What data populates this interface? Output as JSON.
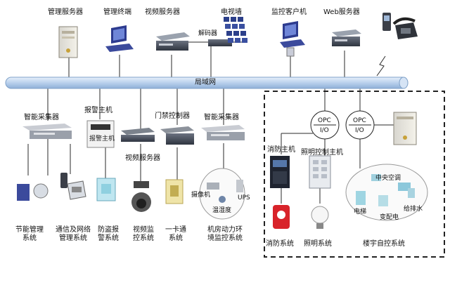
{
  "top_devices": [
    {
      "id": "mgmt_server",
      "label": "管理服务器"
    },
    {
      "id": "mgmt_terminal",
      "label": "管理终端"
    },
    {
      "id": "video_server_top",
      "label": "视频服务器"
    },
    {
      "id": "tv_wall",
      "label": "电视墙"
    },
    {
      "id": "monitor_client",
      "label": "监控客户机"
    },
    {
      "id": "web_server",
      "label": "Web服务器"
    }
  ],
  "decoder_label": "解码器",
  "lan_label": "局域网",
  "mid_devices": [
    {
      "id": "collector1",
      "label": "智能采集器"
    },
    {
      "id": "alarm_host",
      "label": "报警主机"
    },
    {
      "id": "door_ctrl",
      "label": "门禁控制器"
    },
    {
      "id": "collector2",
      "label": "智能采集器"
    },
    {
      "id": "video_server_mid",
      "label": "视频服务器"
    },
    {
      "id": "fire_host",
      "label": "消防主机"
    },
    {
      "id": "light_host",
      "label": "照明控制主机"
    }
  ],
  "alarm_box_text": "报警主机",
  "opc": [
    {
      "top": "OPC",
      "bottom": "I/O"
    },
    {
      "top": "OPC",
      "bottom": "I/O"
    }
  ],
  "env_cluster": {
    "camera": "摄像机",
    "ups": "UPS",
    "temp": "温湿度"
  },
  "bas_cluster": {
    "hvac": "中央空调",
    "elevator": "电梯",
    "power": "变配电",
    "water": "给排水"
  },
  "bottom_systems": [
    {
      "id": "energy",
      "l1": "节能管理",
      "l2": "系统"
    },
    {
      "id": "comm",
      "l1": "通信及网络",
      "l2": "管理系统"
    },
    {
      "id": "antitheft",
      "l1": "防盗报",
      "l2": "警系统"
    },
    {
      "id": "video",
      "l1": "视频监",
      "l2": "控系统"
    },
    {
      "id": "card",
      "l1": "一卡通",
      "l2": "系统"
    },
    {
      "id": "env",
      "l1": "机房动力环",
      "l2": "境监控系统"
    },
    {
      "id": "fire",
      "l1": "消防系统",
      "l2": ""
    },
    {
      "id": "light",
      "l1": "照明系统",
      "l2": ""
    },
    {
      "id": "bas",
      "l1": "楼宇自控系统",
      "l2": ""
    }
  ],
  "colors": {
    "lan_fill": "#bcd3ee",
    "lan_stroke": "#7fa1c8",
    "line": "#2a2a2a",
    "dash": "#222222"
  }
}
